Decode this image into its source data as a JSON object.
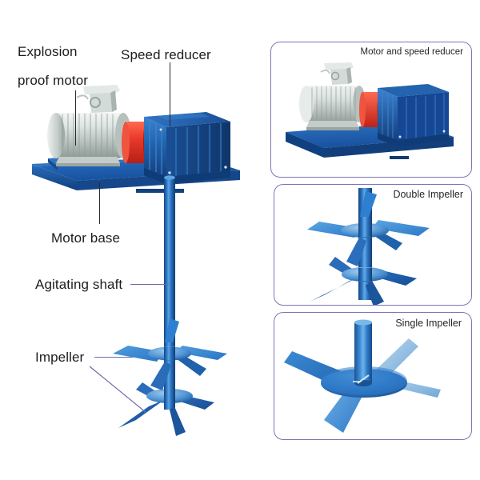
{
  "document": {
    "type": "product-illustration",
    "subject": "Industrial agitator / mixer with explosion proof motor",
    "background_color": "#ffffff"
  },
  "colors": {
    "panel_border": "#7b76b5",
    "body_blue": "#1f5fb0",
    "blue_dark": "#174b8c",
    "blue_light": "#3b8ad9",
    "blade_blue": "#2f7fd0",
    "coupling_red": "#e8322a",
    "motor_grey": "#cfd6d4",
    "motor_grey_dark": "#9aa5a2",
    "label_text": "#1c1c1c",
    "leader_line": "#2a2a2a",
    "leader_line_alt": "#6f6aa8"
  },
  "main_diagram": {
    "callouts": [
      {
        "id": "explosion-proof-motor",
        "line1": "Explosion",
        "line2": "proof motor",
        "target": "motor"
      },
      {
        "id": "speed-reducer",
        "line1": "Speed reducer",
        "line2": "",
        "target": "gearbox"
      },
      {
        "id": "motor-base",
        "line1": "Motor base",
        "line2": "",
        "target": "base-plate"
      },
      {
        "id": "agitating-shaft",
        "line1": "Agitating shaft",
        "line2": "",
        "target": "shaft"
      },
      {
        "id": "impeller",
        "line1": "Impeller",
        "line2": "",
        "target": "impeller-blades"
      }
    ],
    "components": [
      {
        "name": "explosion-proof-motor",
        "color": "#cfd6d4",
        "description": "finned silver motor with lifting eye"
      },
      {
        "name": "coupling-guard",
        "color": "#e8322a",
        "description": "red coupling guard"
      },
      {
        "name": "speed-reducer",
        "color": "#1f5fb0",
        "description": "blue ribbed gearbox housing"
      },
      {
        "name": "motor-base-plate",
        "color": "#1f5fb0",
        "description": "blue mounting base plate"
      },
      {
        "name": "agitating-shaft",
        "color": "#2266b8",
        "description": "vertical blue shaft"
      },
      {
        "name": "impeller-upper",
        "color": "#2f7fd0",
        "description": "upper impeller, flat blades on disc hub"
      },
      {
        "name": "impeller-lower",
        "color": "#2f7fd0",
        "description": "lower impeller, flat blades on disc hub"
      }
    ]
  },
  "panels": [
    {
      "id": "panel-motor-speed-reducer",
      "label": "Motor and speed reducer",
      "label_align": "right",
      "content": "Motor coupled to speed reducer on blue base plate"
    },
    {
      "id": "panel-double-impeller",
      "label": "Double Impeller",
      "label_align": "right",
      "content": "Shaft with two stacked impellers"
    },
    {
      "id": "panel-single-impeller",
      "label": "Single Impeller",
      "label_align": "right",
      "content": "Shaft with one disc-hub impeller"
    }
  ]
}
